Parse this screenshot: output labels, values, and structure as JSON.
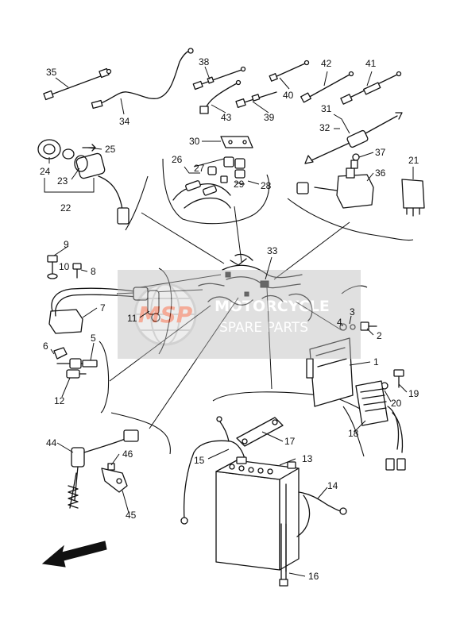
{
  "watermark": {
    "logo": "MSP",
    "line1": "MOTORCYCLE",
    "line2": "SPARE PARTS"
  },
  "labels": [
    "35",
    "34",
    "38",
    "43",
    "39",
    "40",
    "42",
    "41",
    "31",
    "32",
    "25",
    "24",
    "23",
    "22",
    "30",
    "26",
    "27",
    "28",
    "29",
    "37",
    "36",
    "21",
    "9",
    "10",
    "8",
    "33",
    "7",
    "11",
    "3",
    "4",
    "2",
    "6",
    "5",
    "12",
    "1",
    "19",
    "20",
    "18",
    "44",
    "46",
    "45",
    "17",
    "15",
    "13",
    "14",
    "16"
  ]
}
